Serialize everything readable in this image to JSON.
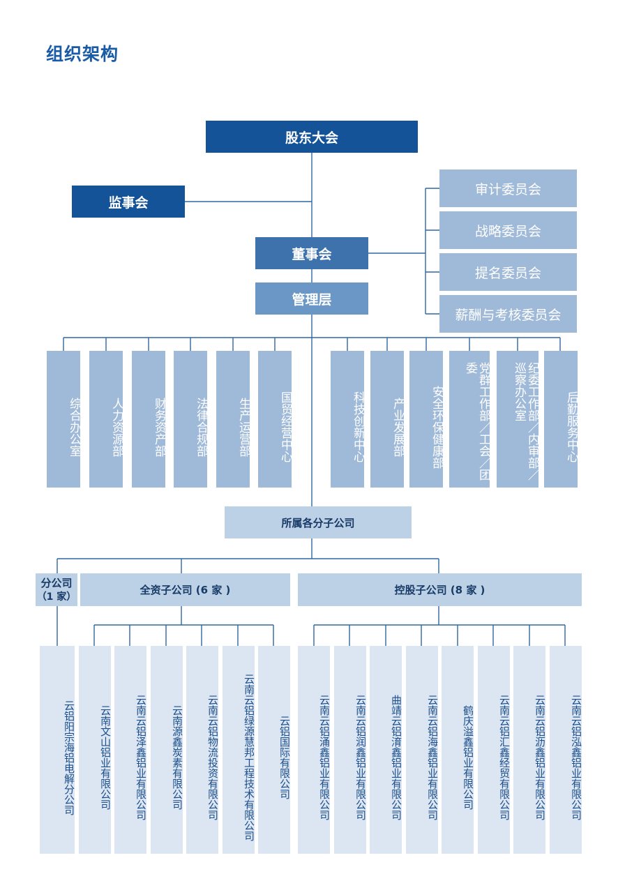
{
  "page_title": "组织架构",
  "top": {
    "shareholders": "股东大会",
    "supervisory": "监事会",
    "board": "董事会",
    "management": "管理层"
  },
  "committees": [
    "审计委员会",
    "战略委员会",
    "提名委员会",
    "薪酬与考核委员会"
  ],
  "departments": [
    "综合办公室",
    "人力资源部",
    "财务资产部",
    "法律合规部",
    "生产运营部",
    "国贸经营中心",
    "科技创新中心",
    "产业发展部",
    "安全环保健康部",
    "党群工作部／工会／团委",
    "纪委工作部／内审部／巡察办公室",
    "后勤服务中心"
  ],
  "subsidiaries_header": "所属各分子公司",
  "branch": {
    "label": "分公司",
    "count": "（1 家）"
  },
  "wholly_owned_header": "全资子公司 (6 家 )",
  "holding_header": "控股子公司 (8 家 )",
  "branch_companies": [
    "云铝阳宗海铝电解分公司"
  ],
  "wholly_owned": [
    "云南文山铝业有限公司",
    "云南云铝泽鑫铝业有限公司",
    "云南源鑫炭素有限公司",
    "云南云铝物流投资有限公司",
    "云南云铝绿源慧邦工程技术有限公司",
    "云铝国际有限公司"
  ],
  "holding": [
    "云南云铝涌鑫铝业有限公司",
    "云南云铝润鑫铝业有限公司",
    "曲靖云铝淯鑫铝业有限公司",
    "云南云铝海鑫铝业有限公司",
    "鹤庆溢鑫铝业有限公司",
    "云南云铝汇鑫经贸有限公司",
    "云南云铝沥鑫铝业有限公司",
    "云南云铝泓鑫铝业有限公司"
  ]
}
